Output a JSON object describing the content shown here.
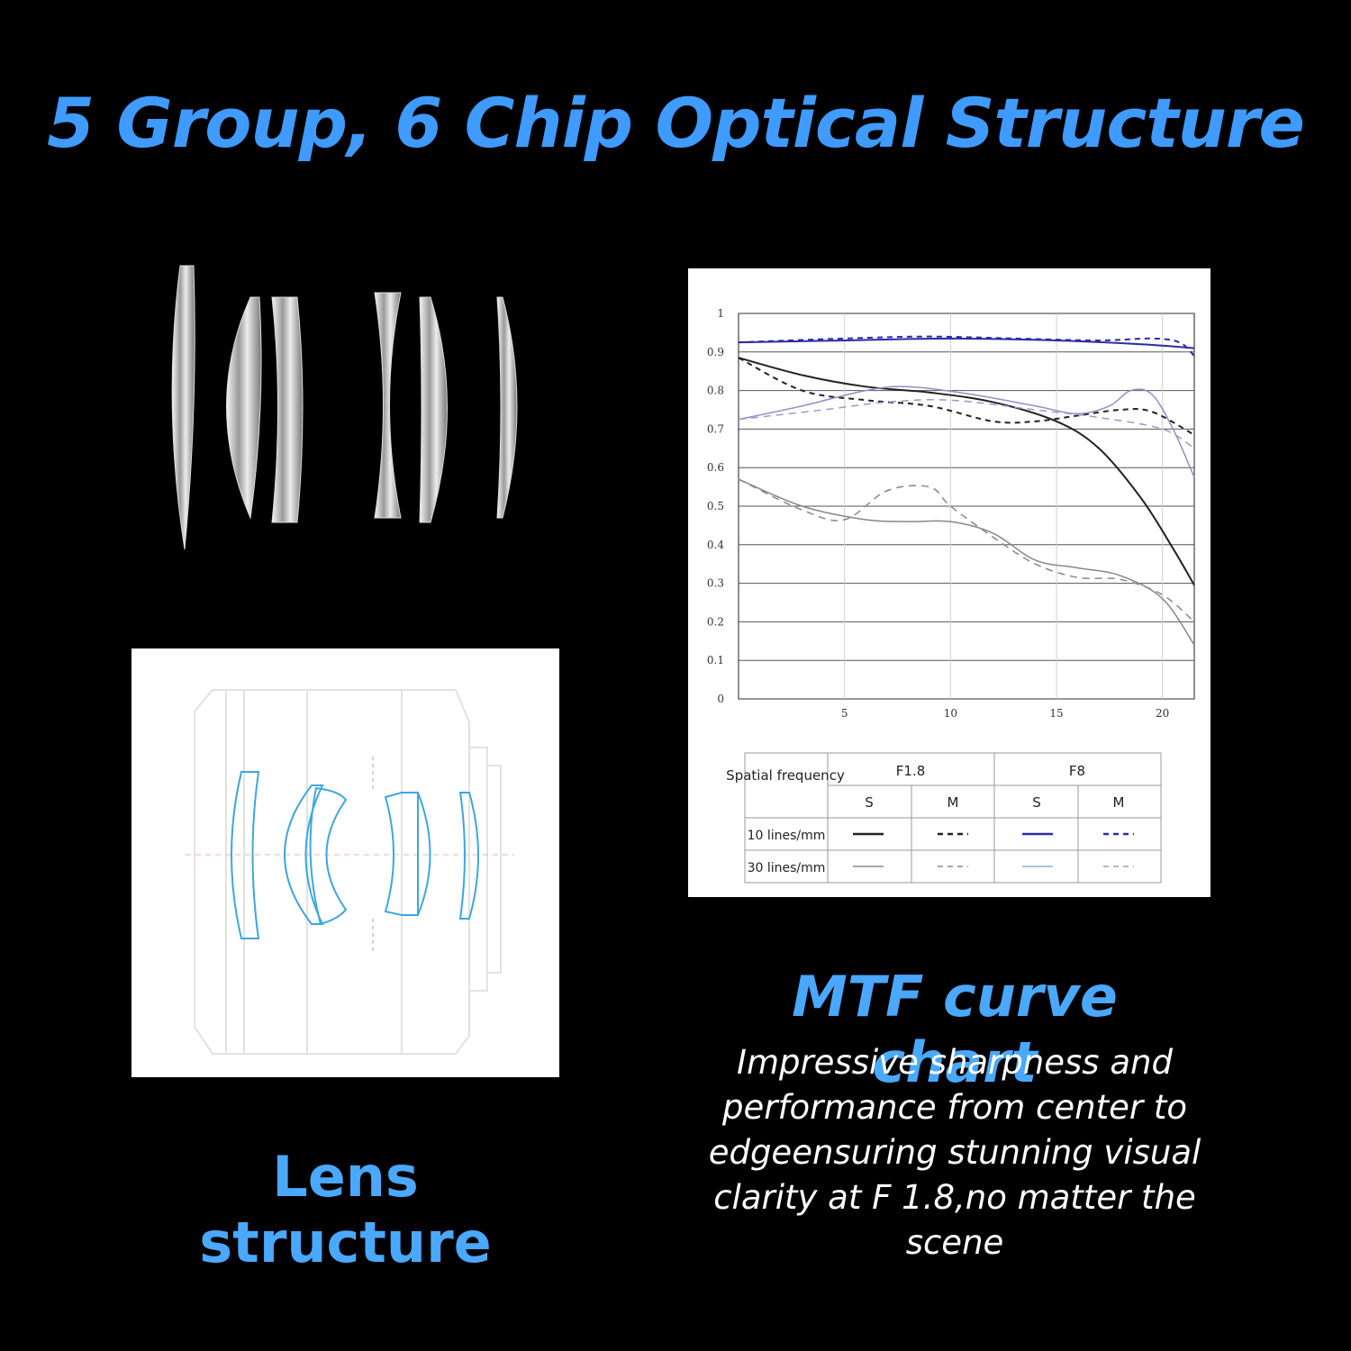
{
  "header": {
    "title": "5 Group, 6 Chip Optical Structure"
  },
  "lens_caption": "Lens structure",
  "mtf": {
    "title": "MTF curve chart",
    "description": "Impressive sharpness and performance from center to edgeensuring stunning visual clarity at F 1.8,no matter the scene"
  },
  "legend": {
    "row_header": "Spatial frequency",
    "groups": [
      "F1.8",
      "F8"
    ],
    "cols": [
      "S",
      "M",
      "S",
      "M"
    ],
    "rows": [
      "10 lines/mm",
      "30 lines/mm"
    ]
  },
  "colors": {
    "accent": "#3f9bff",
    "lens_blue": "#3fa6dd",
    "f8_10": "#2b2ba8",
    "f8_30": "#8f8fc8"
  },
  "chart_data": {
    "type": "line",
    "xlim": [
      0,
      21.5
    ],
    "ylim": [
      0,
      1
    ],
    "xticks": [
      5,
      10,
      15,
      20
    ],
    "yticks": [
      0,
      0.1,
      0.2,
      0.3,
      0.4,
      0.5,
      0.6,
      0.7,
      0.8,
      0.9,
      1
    ],
    "grid": true,
    "series": [
      {
        "name": "F1.8 S 10 lines/mm",
        "color": "#222222",
        "dash": "solid",
        "width": 2,
        "points": [
          [
            0,
            0.885
          ],
          [
            3,
            0.84
          ],
          [
            6,
            0.81
          ],
          [
            9,
            0.795
          ],
          [
            12,
            0.77
          ],
          [
            15,
            0.72
          ],
          [
            17,
            0.65
          ],
          [
            19,
            0.52
          ],
          [
            20.5,
            0.39
          ],
          [
            21.5,
            0.295
          ]
        ]
      },
      {
        "name": "F1.8 M 10 lines/mm",
        "color": "#222222",
        "dash": "6,5",
        "width": 2,
        "points": [
          [
            0,
            0.885
          ],
          [
            3,
            0.8
          ],
          [
            6,
            0.775
          ],
          [
            9,
            0.76
          ],
          [
            12,
            0.72
          ],
          [
            14,
            0.72
          ],
          [
            16,
            0.735
          ],
          [
            18,
            0.75
          ],
          [
            19.5,
            0.745
          ],
          [
            21.5,
            0.685
          ]
        ]
      },
      {
        "name": "F8 S 10 lines/mm",
        "color": "#2b2ba8",
        "dash": "solid",
        "width": 2,
        "points": [
          [
            0,
            0.925
          ],
          [
            5,
            0.93
          ],
          [
            10,
            0.935
          ],
          [
            15,
            0.93
          ],
          [
            19,
            0.92
          ],
          [
            21.5,
            0.91
          ]
        ]
      },
      {
        "name": "F8 M 10 lines/mm",
        "color": "#2b2ba8",
        "dash": "6,5",
        "width": 2,
        "points": [
          [
            0,
            0.925
          ],
          [
            5,
            0.935
          ],
          [
            9,
            0.94
          ],
          [
            13,
            0.935
          ],
          [
            17,
            0.93
          ],
          [
            19.5,
            0.935
          ],
          [
            20.8,
            0.925
          ],
          [
            21.5,
            0.89
          ]
        ]
      },
      {
        "name": "F1.8 S 30 lines/mm",
        "color": "#888888",
        "dash": "solid",
        "width": 1.5,
        "points": [
          [
            0,
            0.57
          ],
          [
            3,
            0.5
          ],
          [
            6,
            0.465
          ],
          [
            8,
            0.46
          ],
          [
            10,
            0.46
          ],
          [
            12,
            0.43
          ],
          [
            14,
            0.36
          ],
          [
            16,
            0.34
          ],
          [
            18,
            0.32
          ],
          [
            20,
            0.26
          ],
          [
            21.5,
            0.14
          ]
        ]
      },
      {
        "name": "F1.8 M 30 lines/mm",
        "color": "#888888",
        "dash": "8,6",
        "width": 1.5,
        "points": [
          [
            0,
            0.57
          ],
          [
            3,
            0.49
          ],
          [
            5,
            0.465
          ],
          [
            7,
            0.54
          ],
          [
            9,
            0.55
          ],
          [
            10,
            0.5
          ],
          [
            12,
            0.42
          ],
          [
            14,
            0.35
          ],
          [
            16,
            0.315
          ],
          [
            18,
            0.31
          ],
          [
            20,
            0.27
          ],
          [
            21.5,
            0.2
          ]
        ]
      },
      {
        "name": "F8 S 30 lines/mm",
        "color": "#8f8fc8",
        "dash": "solid",
        "width": 1.5,
        "points": [
          [
            0,
            0.725
          ],
          [
            3,
            0.76
          ],
          [
            6,
            0.8
          ],
          [
            8,
            0.81
          ],
          [
            11,
            0.79
          ],
          [
            14,
            0.76
          ],
          [
            16,
            0.74
          ],
          [
            17.5,
            0.76
          ],
          [
            18.5,
            0.8
          ],
          [
            19.5,
            0.79
          ],
          [
            20.5,
            0.7
          ],
          [
            21.5,
            0.575
          ]
        ]
      },
      {
        "name": "F8 M 30 lines/mm",
        "color": "#9a9acc",
        "dash": "8,6",
        "width": 1.5,
        "points": [
          [
            0,
            0.725
          ],
          [
            4,
            0.75
          ],
          [
            7,
            0.77
          ],
          [
            10,
            0.775
          ],
          [
            14,
            0.75
          ],
          [
            17,
            0.73
          ],
          [
            20,
            0.7
          ],
          [
            21.5,
            0.65
          ]
        ]
      }
    ]
  }
}
